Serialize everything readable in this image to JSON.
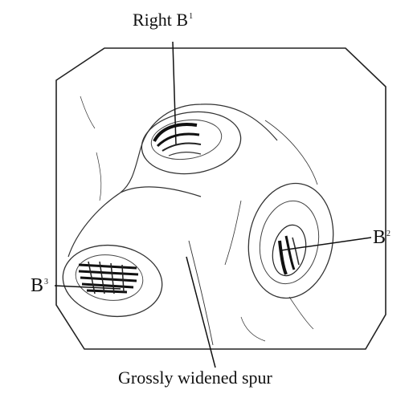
{
  "labels": {
    "right_b": {
      "text": "Right B",
      "sup": "1"
    },
    "b2": {
      "text": "B",
      "sup": "2"
    },
    "b3": {
      "text": "B",
      "sup": "3"
    },
    "caption": "Grossly widened spur"
  },
  "colors": {
    "ink": "#111111",
    "background": "#ffffff"
  }
}
